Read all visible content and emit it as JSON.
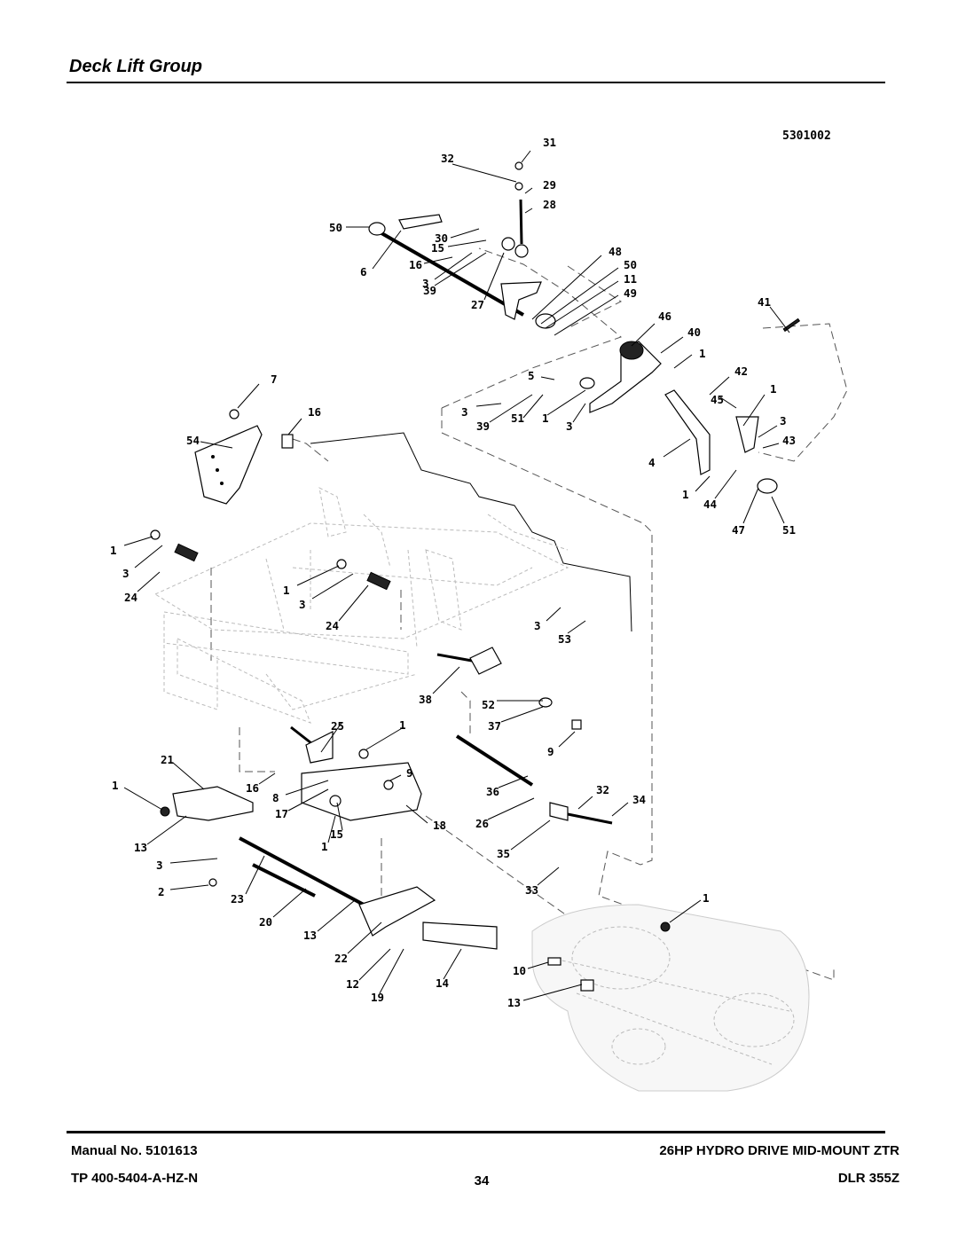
{
  "page": {
    "title": "Deck Lift Group",
    "drawing_number": "5301002"
  },
  "footer": {
    "manual_label": "Manual No.   5101613",
    "tp_label": "TP 400-5404-A-HZ-N",
    "product_label": "26HP HYDRO DRIVE MID-MOUNT ZTR",
    "model_label": "DLR 355Z",
    "page_number": "34"
  },
  "callouts": [
    "31",
    "32",
    "29",
    "28",
    "50",
    "30",
    "15",
    "48",
    "50",
    "16",
    "6",
    "11",
    "3",
    "39",
    "49",
    "27",
    "41",
    "46",
    "40",
    "1",
    "5",
    "42",
    "45",
    "1",
    "7",
    "16",
    "3",
    "39",
    "51",
    "1",
    "3",
    "3",
    "54",
    "43",
    "4",
    "1",
    "44",
    "47",
    "51",
    "1",
    "3",
    "24",
    "1",
    "3",
    "24",
    "3",
    "53",
    "38",
    "52",
    "37",
    "9",
    "25",
    "1",
    "21",
    "9",
    "16",
    "1",
    "8",
    "17",
    "36",
    "32",
    "34",
    "26",
    "18",
    "15",
    "1",
    "13",
    "35",
    "3",
    "33",
    "2",
    "23",
    "20",
    "1",
    "13",
    "22",
    "10",
    "12",
    "19",
    "14",
    "13"
  ]
}
